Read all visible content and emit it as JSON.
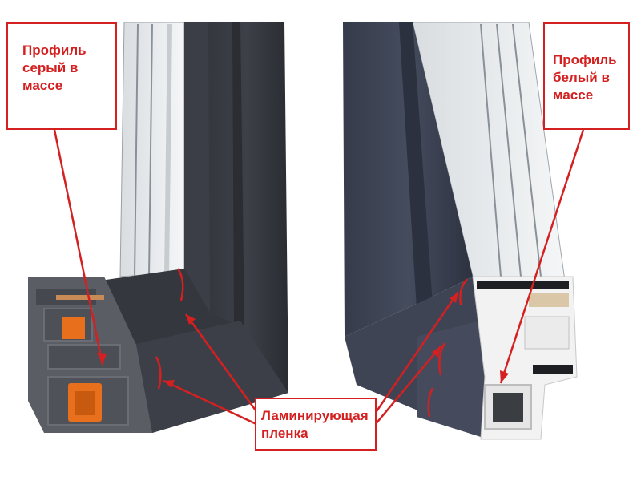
{
  "labels": {
    "left_profile": [
      "Профиль",
      "серый в",
      "массе"
    ],
    "right_profile": [
      "Профиль",
      "белый в",
      "массе"
    ],
    "film": [
      "Ламинирующая",
      "пленка"
    ]
  },
  "colors": {
    "annotation_red": "#d42020",
    "laminate_gray": "#3a3d45",
    "gray_core": "#5a5d63",
    "white_core": "#f2f2f2",
    "reinforcement_orange": "#e8701c"
  }
}
